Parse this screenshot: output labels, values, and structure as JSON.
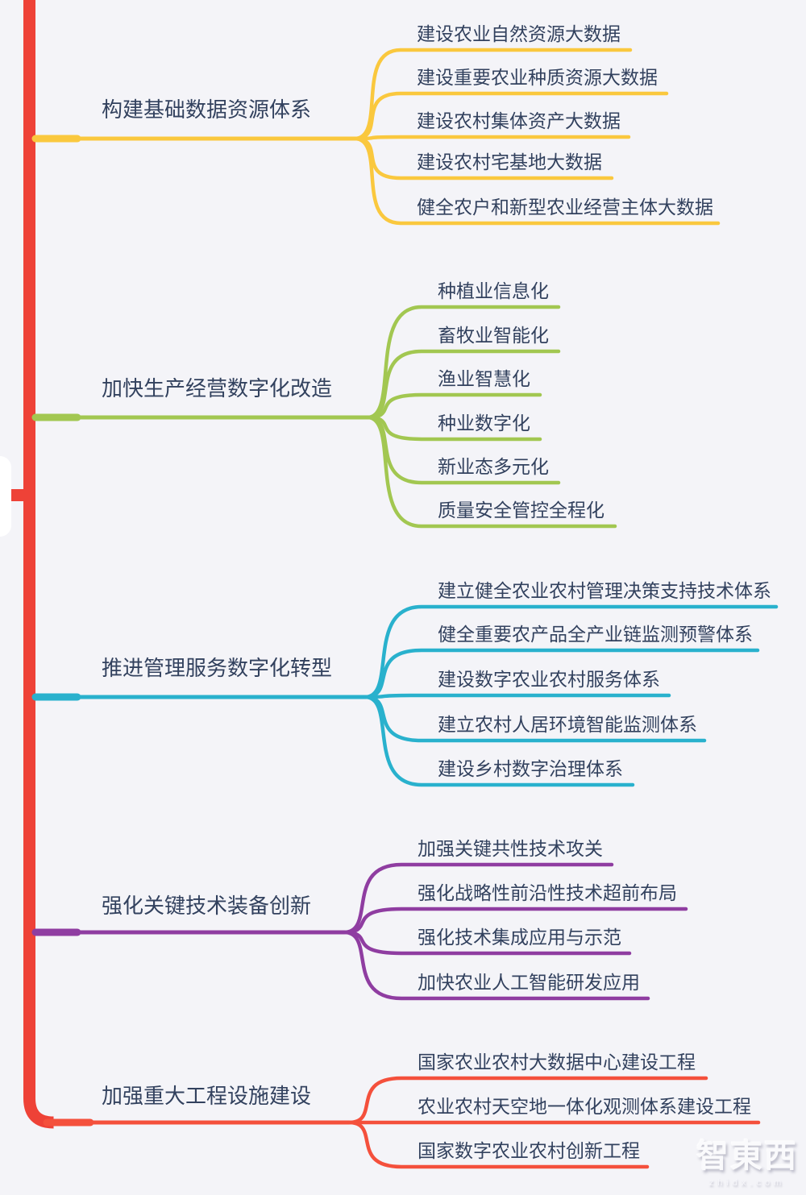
{
  "page": {
    "background": "#f4f4f8",
    "watermark": {
      "brand": "智東西",
      "domain": "zhidx.com"
    }
  },
  "mindmap": {
    "text_color": "#32415e",
    "trunk_color": "#ee4237",
    "root_color": "#ffffff",
    "branches": [
      {
        "label": "构建基础数据资源体系",
        "color": "#fac83e",
        "children": [
          "建设农业自然资源大数据",
          "建设重要农业种质资源大数据",
          "建设农村集体资产大数据",
          "建设农村宅基地大数据",
          "健全农户和新型农业经营主体大数据"
        ]
      },
      {
        "label": "加快生产经营数字化改造",
        "color": "#a2c751",
        "children": [
          "种植业信息化",
          "畜牧业智能化",
          "渔业智慧化",
          "种业数字化",
          "新业态多元化",
          "质量安全管控全程化"
        ]
      },
      {
        "label": "推进管理服务数字化转型",
        "color": "#29b1cd",
        "children": [
          "建立健全农业农村管理决策支持技术体系",
          "健全重要农产品全产业链监测预警体系",
          "建设数字农业农村服务体系",
          "建立农村人居环境智能监测体系",
          "建设乡村数字治理体系"
        ]
      },
      {
        "label": "强化关键技术装备创新",
        "color": "#8f3da1",
        "children": [
          "加强关键共性技术攻关",
          "强化战略性前沿性技术超前布局",
          "强化技术集成应用与示范",
          "加快农业人工智能研发应用"
        ]
      },
      {
        "label": "加强重大工程设施建设",
        "color": "#f4503c",
        "children": [
          "国家农业农村大数据中心建设工程",
          "农业农村天空地一体化观测体系建设工程",
          "国家数字农业农村创新工程"
        ]
      }
    ]
  }
}
